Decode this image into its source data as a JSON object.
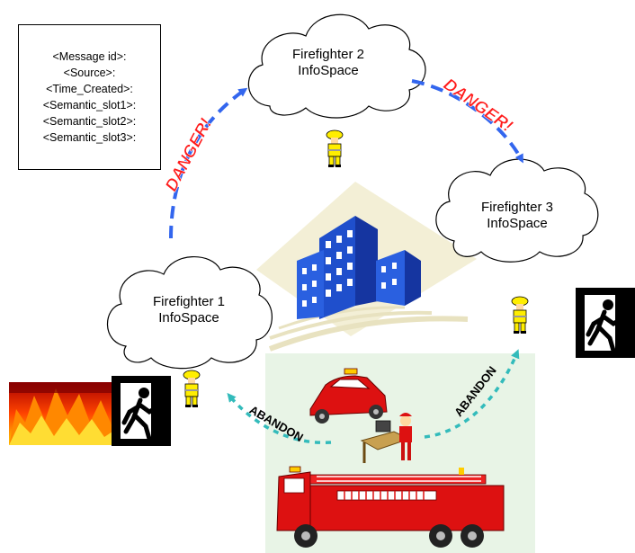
{
  "message_box": {
    "lines": [
      "<Message id>:",
      "<Source>:",
      "<Time_Created>:",
      "<Semantic_slot1>:",
      "<Semantic_slot2>:",
      "<Semantic_slot3>:"
    ]
  },
  "infospaces": {
    "ff1": {
      "line1": "Firefighter 1",
      "line2": "InfoSpace"
    },
    "ff2": {
      "line1": "Firefighter 2",
      "line2": "InfoSpace"
    },
    "ff3": {
      "line1": "Firefighter 3",
      "line2": "InfoSpace"
    }
  },
  "arrow_labels": {
    "danger_left": "DANGER!",
    "danger_right": "DANGER!",
    "abandon_left": "ABANDON",
    "abandon_right": "ABANDON"
  },
  "colors": {
    "danger_text": "#ff1a1a",
    "danger_arrow": "#3366ee",
    "abandon_arrow": "#33bbbb",
    "command_area": "#e8f4e6",
    "building_blue": "#2255dd",
    "truck_red": "#dd1111",
    "firefighter_yellow": "#ffee00"
  },
  "icons": [
    "exit-sign-icon",
    "fire-icon",
    "building-icon",
    "fire-truck-icon",
    "fire-car-icon",
    "commander-at-computer-icon",
    "firefighter-icon"
  ]
}
